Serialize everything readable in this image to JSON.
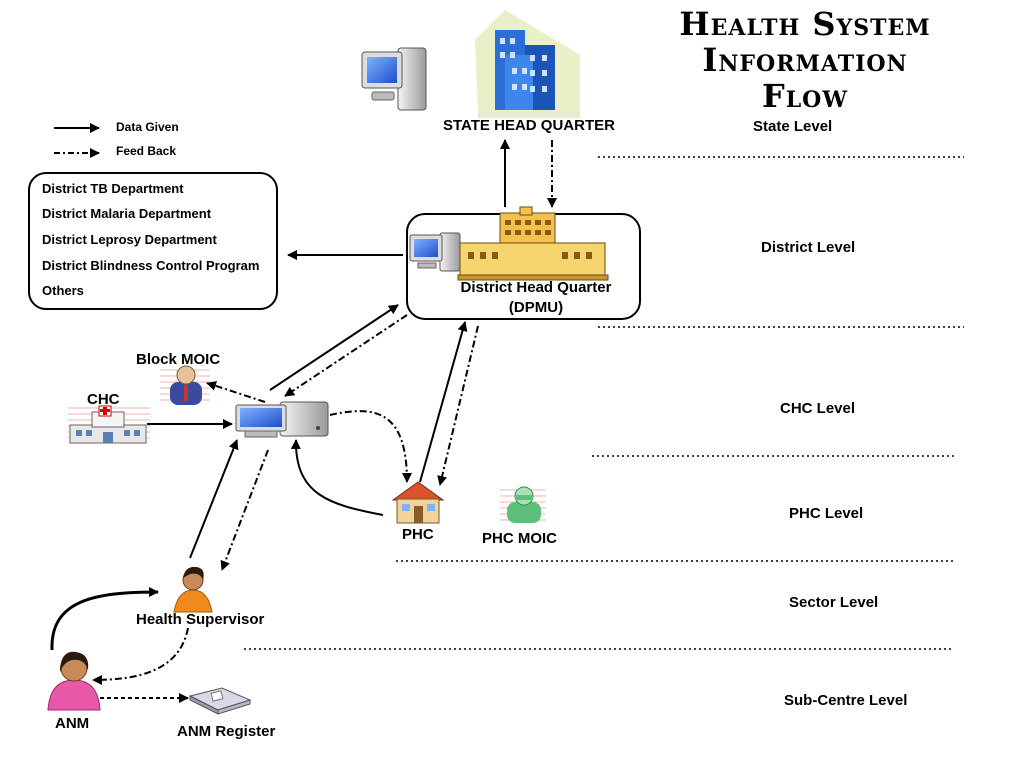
{
  "title": {
    "line1": "Health System",
    "line2": "Information",
    "line3": "Flow"
  },
  "legend": {
    "data_given": "Data Given",
    "feed_back": "Feed Back"
  },
  "departments": [
    "District TB Department",
    "District Malaria Department",
    "District Leprosy Department",
    "District Blindness Control Program",
    "Others"
  ],
  "nodes": {
    "state_hq": "STATE HEAD QUARTER",
    "district_hq_line1": "District Head Quarter",
    "district_hq_line2": "(DPMU)",
    "block_moic": "Block MOIC",
    "chc": "CHC",
    "phc": "PHC",
    "phc_moic": "PHC MOIC",
    "health_supervisor": "Health Supervisor",
    "anm": "ANM",
    "anm_register": "ANM Register"
  },
  "levels": {
    "state": "State Level",
    "district": "District Level",
    "chc": "CHC Level",
    "phc": "PHC Level",
    "sector": "Sector Level",
    "subcentre": "Sub-Centre Level"
  },
  "colors": {
    "building_blue": "#2b6fd6",
    "building_yellow": "#f2c14e",
    "house_roof": "#d9542b",
    "anm_pink": "#e85aa8",
    "supervisor_orange": "#f08a1c",
    "moic_blue": "#3a4aa0",
    "phc_moic_green": "#5cbf7a"
  }
}
